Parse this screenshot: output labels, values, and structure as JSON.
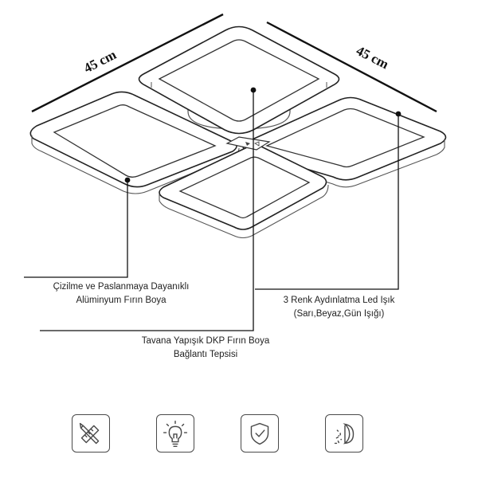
{
  "dimensions": {
    "left_label": "45 cm",
    "right_label": "45 cm"
  },
  "callouts": {
    "coating": {
      "line1": "Çizilme ve Paslanmaya Dayanıklı",
      "line2": "Alüminyum Fırın Boya"
    },
    "tray": {
      "line1": "Tavana Yapışık DKP Fırın Boya",
      "line2": "Bağlantı Tepsisi"
    },
    "lighting": {
      "line1": "3 Renk Aydınlatma Led Işık",
      "line2": "(Sarı,Beyaz,Gün Işığı)"
    }
  },
  "feature_icons": [
    "pencil-ruler-icon",
    "light-bulb-icon",
    "shield-check-icon",
    "moon-stars-icon"
  ]
}
